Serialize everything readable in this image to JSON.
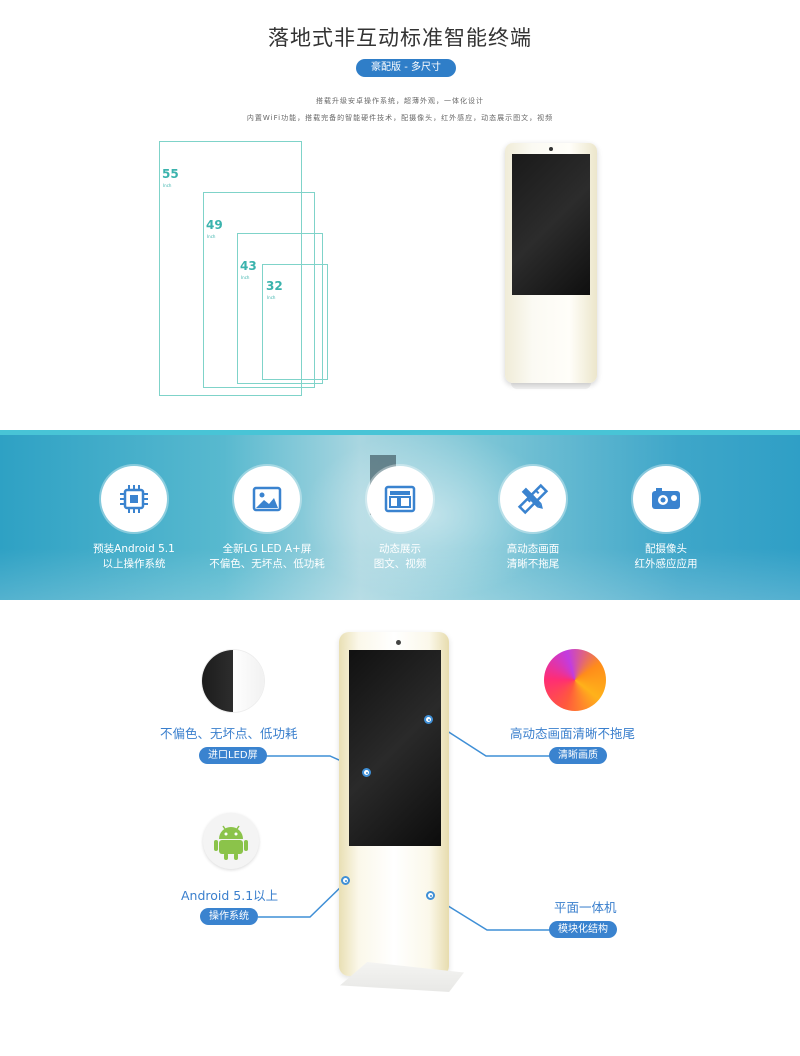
{
  "header": {
    "title": "落地式非互动标准智能终端",
    "pill": "豪配版 - 多尺寸",
    "desc_line1": "搭载升级安卓操作系统，超薄外观，一体化设计",
    "desc_line2": "内置WiFi功能，搭载完备的智能硬件技术，配摄像头，红外感应，动态展示图文，视频"
  },
  "sizes": [
    {
      "num": "55",
      "unit": "Inch"
    },
    {
      "num": "49",
      "unit": "Inch"
    },
    {
      "num": "43",
      "unit": "Inch"
    },
    {
      "num": "32",
      "unit": "Inch"
    }
  ],
  "features": [
    {
      "icon": "chip-icon",
      "line1": "预装Android 5.1",
      "line2": "以上操作系统"
    },
    {
      "icon": "image-icon",
      "line1": "全新LG LED A+屏",
      "line2": "不偏色、无坏点、低功耗"
    },
    {
      "icon": "layout-icon",
      "line1": "动态展示",
      "line2": "图文、视频"
    },
    {
      "icon": "pencil-ruler-icon",
      "line1": "高动态画面",
      "line2": "清晰不拖尾"
    },
    {
      "icon": "camera-icon",
      "line1": "配摄像头",
      "line2": "红外感应应用"
    }
  ],
  "callouts": {
    "left_top": {
      "label": "不偏色、无坏点、低功耗",
      "tag": "进口LED屏"
    },
    "right_top": {
      "label": "高动态画面清晰不拖尾",
      "tag": "清晰画质"
    },
    "left_bottom": {
      "label": "Android 5.1以上",
      "tag": "操作系统"
    },
    "right_bottom": {
      "label": "平面一体机",
      "tag": "模块化结构"
    }
  },
  "colors": {
    "accent_blue": "#3a83cf",
    "teal": "#3bb3ad"
  }
}
